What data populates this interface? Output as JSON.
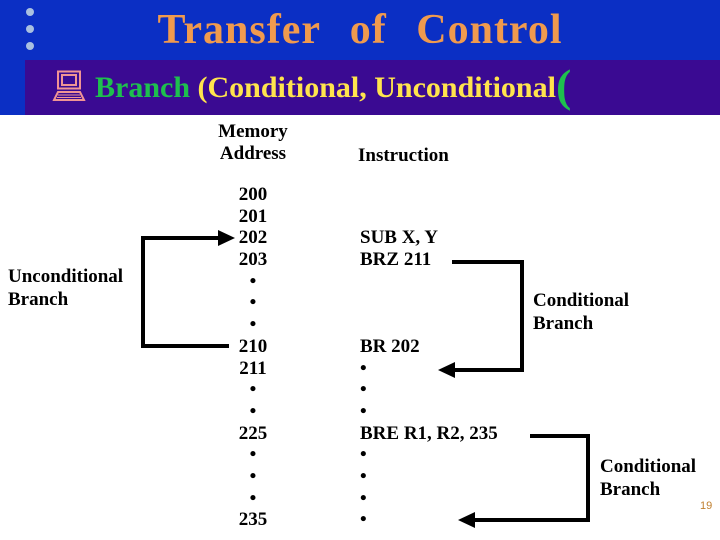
{
  "slide": {
    "title": "Transfer of Control",
    "bullet": {
      "branch_green": "Branch ",
      "paren_yellow": "(Conditional, Unconditional",
      "closing_paren_green": "(",
      "computer_icon": "computer-icon"
    },
    "page_number": "19"
  },
  "colors": {
    "header_blue": "#0b2fc4",
    "band_purple": "#3a0a92",
    "title_orange": "#f09a4e",
    "bullet_green": "#1ec04e",
    "bullet_yellow": "#ffe44d",
    "icon_salmon": "#f09494",
    "dot_blue": "#a9c0e0",
    "diagram_black": "#000000",
    "page_number_orange": "#c08030"
  },
  "diagram": {
    "headers": {
      "memory": "Memory",
      "address": "Address",
      "instruction": "Instruction"
    },
    "rows": [
      {
        "addr": "200",
        "instr": ""
      },
      {
        "addr": "201",
        "instr": ""
      },
      {
        "addr": "202",
        "instr": "SUB X, Y"
      },
      {
        "addr": "203",
        "instr": "BRZ 211"
      },
      {
        "addr": "•",
        "instr": ""
      },
      {
        "addr": "•",
        "instr": ""
      },
      {
        "addr": "•",
        "instr": ""
      },
      {
        "addr": "210",
        "instr": "BR 202"
      },
      {
        "addr": "211",
        "instr": "•"
      },
      {
        "addr": "•",
        "instr": "•"
      },
      {
        "addr": "•",
        "instr": "•"
      },
      {
        "addr": "225",
        "instr": "BRE R1, R2, 235"
      },
      {
        "addr": "•",
        "instr": "•"
      },
      {
        "addr": "•",
        "instr": "•"
      },
      {
        "addr": "•",
        "instr": "•"
      },
      {
        "addr": "235",
        "instr": "•"
      }
    ],
    "labels": {
      "unconditional": [
        "Unconditional",
        "Branch"
      ],
      "conditional1": [
        "Conditional",
        "Branch"
      ],
      "conditional2": [
        "Conditional",
        "Branch"
      ]
    },
    "branches": [
      {
        "name": "unconditional-branch-arrow",
        "from": "BR 202 @210",
        "to": "202"
      },
      {
        "name": "conditional-branch-arrow-1",
        "from": "BRZ 211 @203",
        "to": "211"
      },
      {
        "name": "conditional-branch-arrow-2",
        "from": "BRE R1, R2, 235 @225",
        "to": "235"
      }
    ]
  }
}
